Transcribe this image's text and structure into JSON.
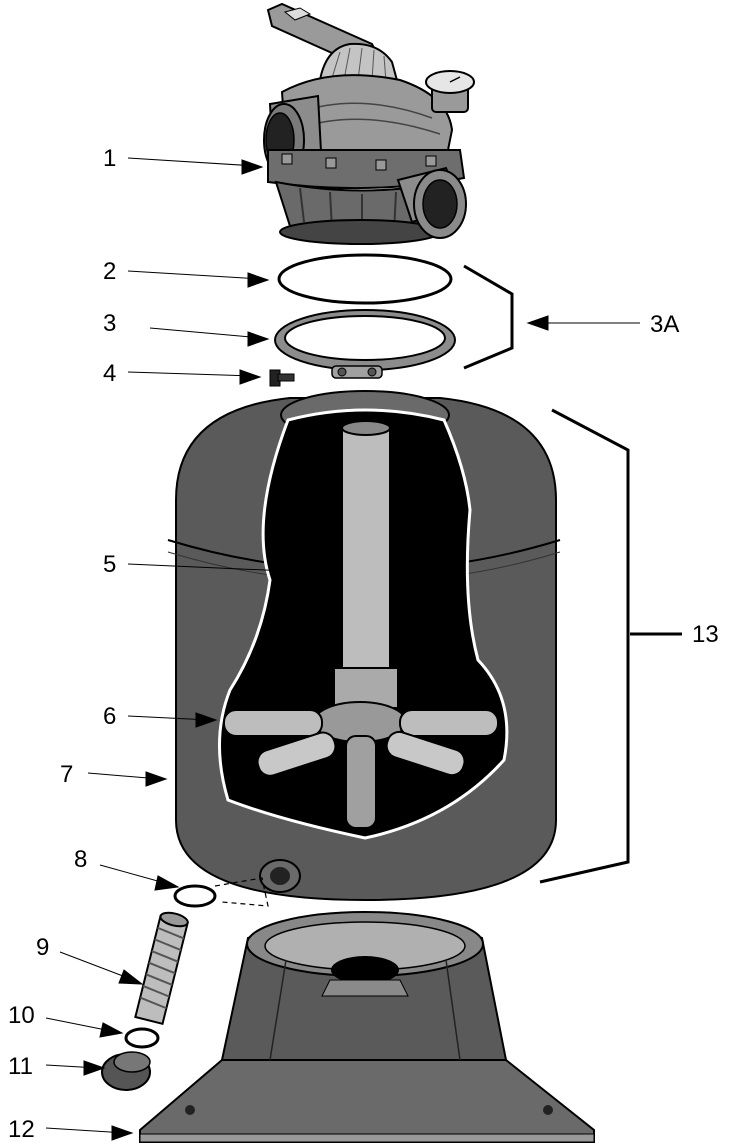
{
  "diagram": {
    "parts": [
      {
        "id": "1",
        "component": "multiport-valve"
      },
      {
        "id": "2",
        "component": "o-ring"
      },
      {
        "id": "3",
        "component": "clamp-ring"
      },
      {
        "id": "4",
        "component": "clamp-screw"
      },
      {
        "id": "3A",
        "component": "clamp-assembly-bracket"
      },
      {
        "id": "5",
        "component": "standpipe"
      },
      {
        "id": "6",
        "component": "lateral-assembly"
      },
      {
        "id": "7",
        "component": "filter-tank"
      },
      {
        "id": "8",
        "component": "drain-o-ring"
      },
      {
        "id": "9",
        "component": "drain-pipe"
      },
      {
        "id": "10",
        "component": "drain-cap-o-ring"
      },
      {
        "id": "11",
        "component": "drain-cap"
      },
      {
        "id": "12",
        "component": "base"
      },
      {
        "id": "13",
        "component": "tank-assembly-bracket"
      }
    ]
  },
  "colors": {
    "tank": "#5a5a5a",
    "tank_interior": "#000000",
    "pipe": "#bdbdbd",
    "valve_body": "#8c8c8c",
    "base": "#6a6a6a",
    "outline": "#000000"
  }
}
